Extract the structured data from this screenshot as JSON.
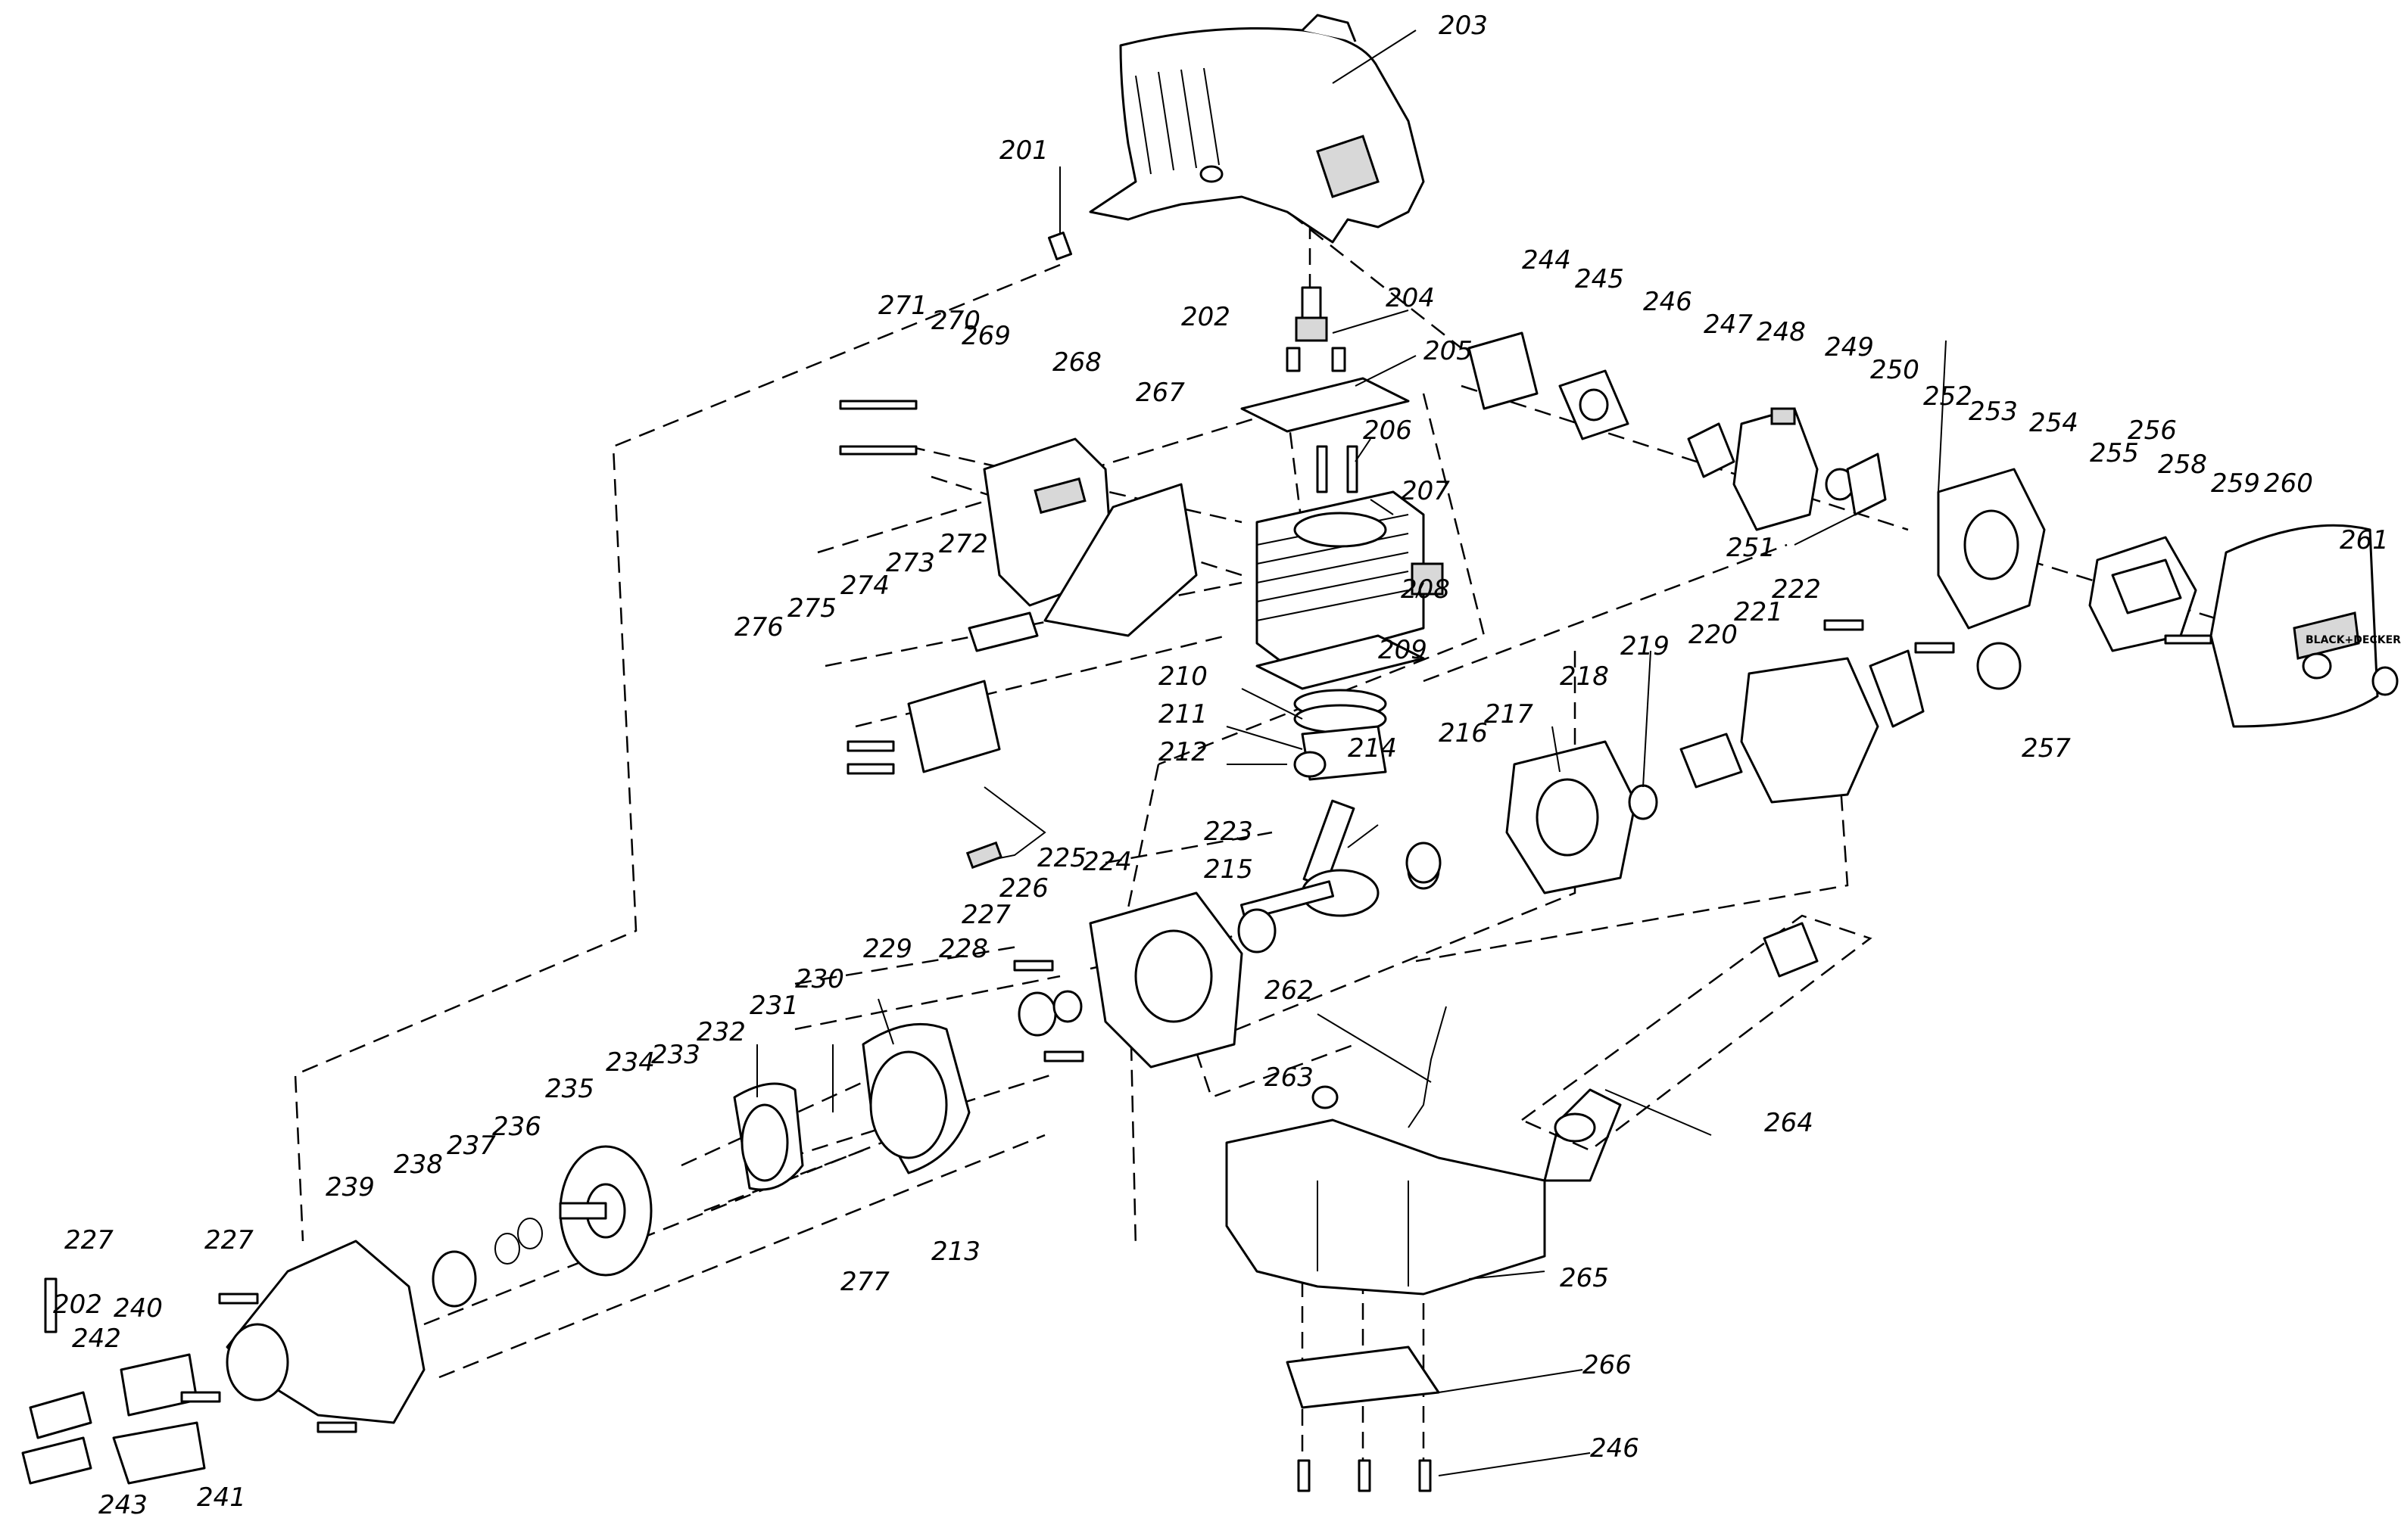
{
  "diagram": {
    "labels": [
      {
        "id": "201",
        "text": "201"
      },
      {
        "id": "202a",
        "text": "202"
      },
      {
        "id": "203",
        "text": "203"
      },
      {
        "id": "204",
        "text": "204"
      },
      {
        "id": "205",
        "text": "205"
      },
      {
        "id": "206",
        "text": "206"
      },
      {
        "id": "207",
        "text": "207"
      },
      {
        "id": "208",
        "text": "208"
      },
      {
        "id": "209",
        "text": "209"
      },
      {
        "id": "210",
        "text": "210"
      },
      {
        "id": "211",
        "text": "211"
      },
      {
        "id": "212",
        "text": "212"
      },
      {
        "id": "213",
        "text": "213"
      },
      {
        "id": "214",
        "text": "214"
      },
      {
        "id": "215",
        "text": "215"
      },
      {
        "id": "216",
        "text": "216"
      },
      {
        "id": "217",
        "text": "217"
      },
      {
        "id": "218",
        "text": "218"
      },
      {
        "id": "219",
        "text": "219"
      },
      {
        "id": "220",
        "text": "220"
      },
      {
        "id": "221",
        "text": "221"
      },
      {
        "id": "222",
        "text": "222"
      },
      {
        "id": "223",
        "text": "223"
      },
      {
        "id": "224",
        "text": "224"
      },
      {
        "id": "225",
        "text": "225"
      },
      {
        "id": "226",
        "text": "226"
      },
      {
        "id": "227a",
        "text": "227"
      },
      {
        "id": "228",
        "text": "228"
      },
      {
        "id": "229",
        "text": "229"
      },
      {
        "id": "230",
        "text": "230"
      },
      {
        "id": "231",
        "text": "231"
      },
      {
        "id": "232",
        "text": "232"
      },
      {
        "id": "233",
        "text": "233"
      },
      {
        "id": "234",
        "text": "234"
      },
      {
        "id": "235",
        "text": "235"
      },
      {
        "id": "236",
        "text": "236"
      },
      {
        "id": "237",
        "text": "237"
      },
      {
        "id": "238",
        "text": "238"
      },
      {
        "id": "239",
        "text": "239"
      },
      {
        "id": "227b",
        "text": "227"
      },
      {
        "id": "227c",
        "text": "227"
      },
      {
        "id": "202b",
        "text": "202"
      },
      {
        "id": "240",
        "text": "240"
      },
      {
        "id": "242",
        "text": "242"
      },
      {
        "id": "243",
        "text": "243"
      },
      {
        "id": "241",
        "text": "241"
      },
      {
        "id": "244",
        "text": "244"
      },
      {
        "id": "245",
        "text": "245"
      },
      {
        "id": "246a",
        "text": "246"
      },
      {
        "id": "247",
        "text": "247"
      },
      {
        "id": "248",
        "text": "248"
      },
      {
        "id": "249",
        "text": "249"
      },
      {
        "id": "250",
        "text": "250"
      },
      {
        "id": "251",
        "text": "251"
      },
      {
        "id": "252",
        "text": "252"
      },
      {
        "id": "253",
        "text": "253"
      },
      {
        "id": "254",
        "text": "254"
      },
      {
        "id": "255",
        "text": "255"
      },
      {
        "id": "256",
        "text": "256"
      },
      {
        "id": "257",
        "text": "257"
      },
      {
        "id": "258",
        "text": "258"
      },
      {
        "id": "259",
        "text": "259"
      },
      {
        "id": "260",
        "text": "260"
      },
      {
        "id": "261",
        "text": "261"
      },
      {
        "id": "262",
        "text": "262"
      },
      {
        "id": "263",
        "text": "263"
      },
      {
        "id": "264",
        "text": "264"
      },
      {
        "id": "265",
        "text": "265"
      },
      {
        "id": "266",
        "text": "266"
      },
      {
        "id": "246b",
        "text": "246"
      },
      {
        "id": "267",
        "text": "267"
      },
      {
        "id": "268",
        "text": "268"
      },
      {
        "id": "269",
        "text": "269"
      },
      {
        "id": "270",
        "text": "270"
      },
      {
        "id": "271",
        "text": "271"
      },
      {
        "id": "272",
        "text": "272"
      },
      {
        "id": "273",
        "text": "273"
      },
      {
        "id": "274",
        "text": "274"
      },
      {
        "id": "275",
        "text": "275"
      },
      {
        "id": "276",
        "text": "276"
      },
      {
        "id": "277",
        "text": "277"
      }
    ],
    "logo_text": "BLACK+DECKER"
  }
}
